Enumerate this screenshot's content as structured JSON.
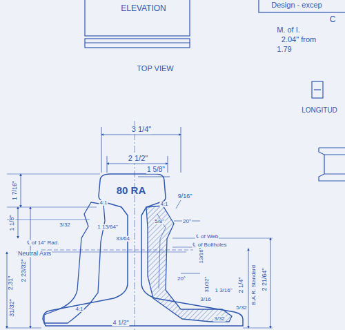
{
  "diagram": {
    "labels": [
      "ELEVATION",
      "TOP VIEW",
      "Design - excep",
      "C",
      "M. of I.",
      "2.04\" from",
      "1.79",
      "LONGITUD",
      "3 1/4\"",
      "2 1/2\"",
      "1 5/8\"",
      "80 RA",
      "1 7/16\"",
      "4:1",
      "4:1",
      "9/16\"",
      "1 1/8\"",
      "3/32",
      "1 13/64\"",
      "20°",
      "5/8\"",
      "13/16\"",
      "33/64",
      "℄ of 14\" Rad.",
      "Neutral Axis",
      "2 23/32\"",
      "℄ of Web",
      "℄ of Boltholes",
      "2.31\"",
      "31/32\"",
      "2 1/4\"",
      "B.A.R. Standard",
      "2 21/64\"",
      "31/32\"",
      "4:1",
      "1 3/16\"",
      "3/16",
      "5/32",
      "3/32",
      "4 1/2\"",
      "20°"
    ]
  }
}
